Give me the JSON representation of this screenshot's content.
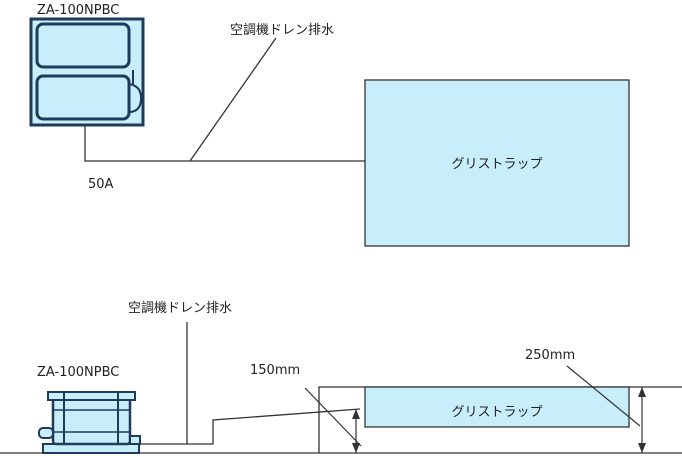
{
  "top_view": {
    "unit_label": "ZA-100NPBC",
    "drain_label": "空調機ドレン排水",
    "pipe_size_label": "50A",
    "trap_label": "グリストラップ"
  },
  "side_view": {
    "drain_label": "空調機ドレン排水",
    "unit_label": "ZA-100NPBC",
    "dim_150_label": "150mm",
    "dim_250_label": "250mm",
    "trap_label": "グリストラップ"
  },
  "colors": {
    "fill_light_blue": "#c8eefb",
    "outline_blue": "#1f3a5a",
    "line": "#333333"
  }
}
